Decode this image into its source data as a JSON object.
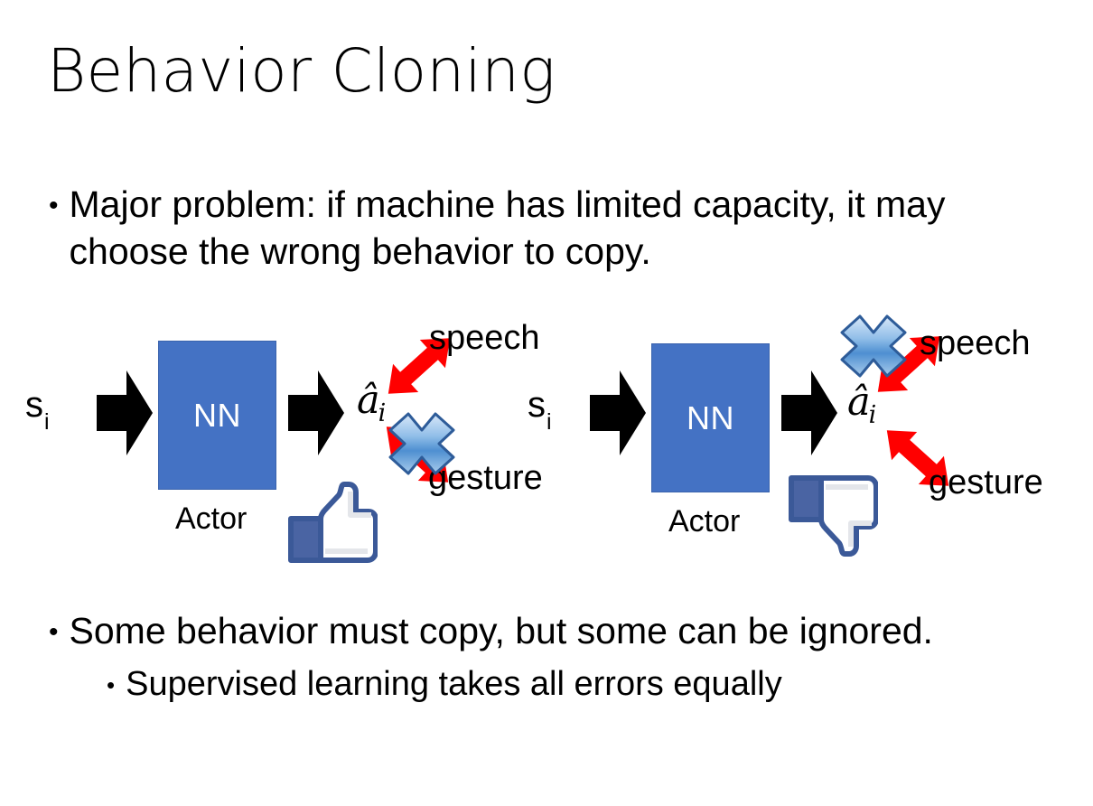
{
  "slide": {
    "title": "Behavior Cloning",
    "background_color": "#FFFFFF"
  },
  "bullets": {
    "top": {
      "marker": "•",
      "text": "Major problem: if machine has limited capacity, it may choose the wrong behavior to copy."
    },
    "bottom": [
      {
        "marker": "•",
        "text": "Some behavior must copy, but some can be ignored.",
        "level": 1
      },
      {
        "marker": "•",
        "text": "Supervised learning takes all errors equally",
        "level": 2
      }
    ]
  },
  "colors": {
    "nn_box_fill": "#4472C4",
    "nn_box_border": "#3A63AD",
    "arrow_black": "#000000",
    "arrow_red": "#FF0000",
    "cross_blue_dark": "#2E5C99",
    "cross_blue_light": "#CFE2F7",
    "thumb_blue": "#3B5998",
    "thumb_white": "#FFFFFF",
    "text_black": "#000000"
  },
  "diagrams": [
    {
      "id": "left",
      "input": {
        "symbol": "s",
        "subscript": "i"
      },
      "input_arrow": "right-block-arrow-icon",
      "model": {
        "label": "NN",
        "caption": "Actor"
      },
      "output_arrow": "right-block-arrow-icon",
      "output": {
        "symbol": "â",
        "subscript": "i"
      },
      "branches": [
        {
          "label": "speech",
          "direction": "up-right",
          "crossed": false
        },
        {
          "label": "gesture",
          "direction": "down-right",
          "crossed": true
        }
      ],
      "verdict": {
        "icon": "thumbs-up-icon",
        "value": "up"
      }
    },
    {
      "id": "right",
      "input": {
        "symbol": "s",
        "subscript": "i"
      },
      "input_arrow": "right-block-arrow-icon",
      "model": {
        "label": "NN",
        "caption": "Actor"
      },
      "output_arrow": "right-block-arrow-icon",
      "output": {
        "symbol": "â",
        "subscript": "i"
      },
      "branches": [
        {
          "label": "speech",
          "direction": "up-right",
          "crossed": true
        },
        {
          "label": "gesture",
          "direction": "down-right",
          "crossed": false
        }
      ],
      "verdict": {
        "icon": "thumbs-down-icon",
        "value": "down"
      }
    }
  ]
}
